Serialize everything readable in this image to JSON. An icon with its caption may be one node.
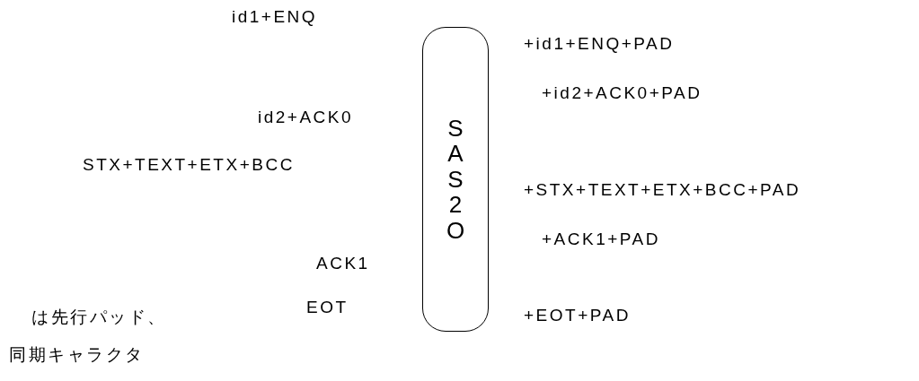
{
  "diagram": {
    "nodes": [
      {
        "text": [
          "SAS2O"
        ]
      }
    ],
    "labels": [
      "id1+ENQ",
      "+id1+ENQ+PAD",
      "+id2+ACK0+PAD",
      "id2+ACK0",
      "STX+TEXT+ETX+BCC",
      "+STX+TEXT+ETX+BCC+PAD",
      "+ACK1+PAD",
      "ACK1",
      "EOT",
      "は先行パッド、",
      "+EOT+PAD",
      "同期キャラクタ"
    ]
  }
}
